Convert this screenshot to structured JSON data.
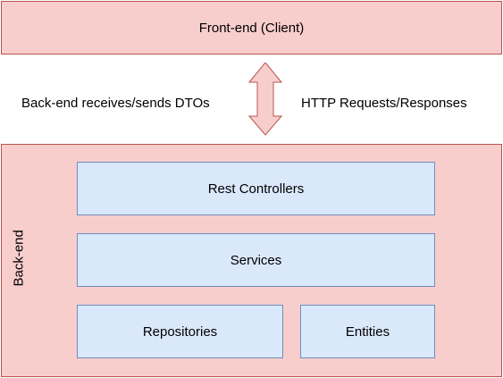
{
  "frontend": {
    "label": "Front-end (Client)"
  },
  "connector": {
    "left_label": "Back-end receives/sends DTOs",
    "right_label": "HTTP Requests/Responses"
  },
  "backend": {
    "label": "Back-end",
    "layers": {
      "controllers": "Rest Controllers",
      "services": "Services",
      "repositories": "Repositories",
      "entities": "Entities"
    }
  },
  "colors": {
    "container_fill": "#f8cecc",
    "container_stroke": "#b85450",
    "layer_fill": "#dae8fc",
    "layer_stroke": "#6c8ebf"
  }
}
